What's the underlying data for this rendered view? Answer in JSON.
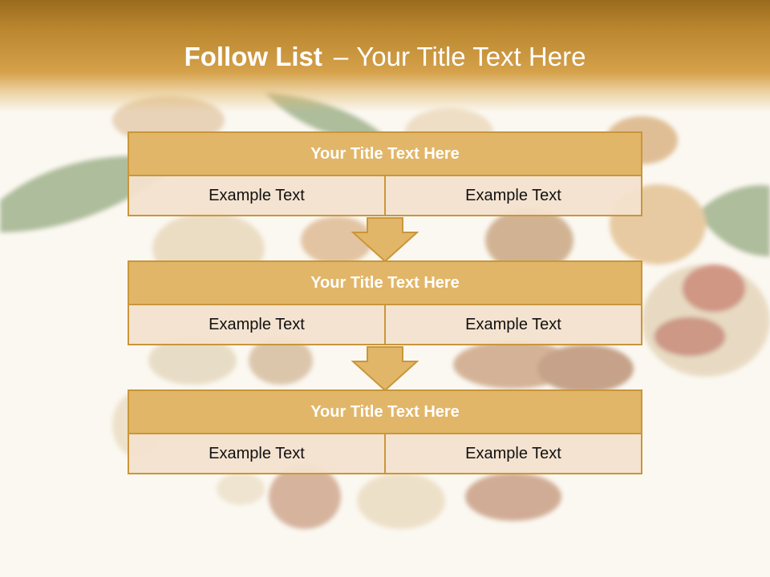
{
  "slide": {
    "title_bold": "Follow List",
    "title_sep": "–",
    "title_rest": "Your Title Text Here"
  },
  "blocks": [
    {
      "title": "Your Title Text Here",
      "left": "Example Text",
      "right": "Example Text"
    },
    {
      "title": "Your Title Text Here",
      "left": "Example Text",
      "right": "Example Text"
    },
    {
      "title": "Your Title Text Here",
      "left": "Example Text",
      "right": "Example Text"
    }
  ],
  "colors": {
    "header": "#c48d33",
    "block_title": "#e2b668",
    "block_border": "#c9963a",
    "cell_fill": "#f3e2ce"
  }
}
